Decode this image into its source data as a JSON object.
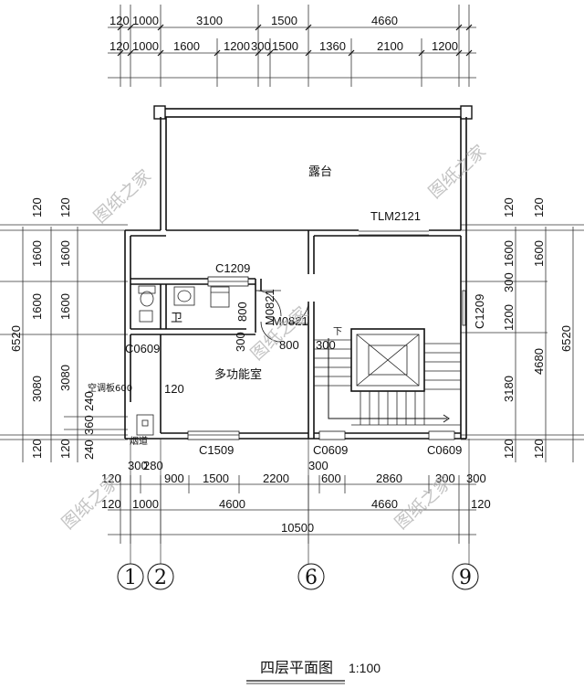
{
  "title": {
    "text": "四层平面图",
    "scale": "1:100"
  },
  "rooms": {
    "terrace": "露台",
    "toilet": "卫",
    "multi_room": "多功能室",
    "down": "下"
  },
  "labels": {
    "tlm": "TLM2121",
    "c1209_top": "C1209",
    "c1209_right": "C1209",
    "c1509": "C1509",
    "c0609_left": "C0609",
    "c0609_mid": "C0609",
    "c0609_right": "C0609",
    "m0821_a": "M0821",
    "m0821_b": "M0821",
    "door_800": "800",
    "air_board": "空调板600",
    "flue": "烟道",
    "side_300a": "300",
    "side_300b": "300",
    "side_800": "800",
    "room_120": "120"
  },
  "dims": {
    "top1": [
      "120",
      "1000",
      "3100",
      "1500",
      "4660"
    ],
    "top2": [
      "120",
      "1000",
      "1600",
      "1200",
      "300",
      "1500",
      "1360",
      "2100",
      "1200"
    ],
    "bot1": [
      "120",
      "300",
      "280",
      "900",
      "1500",
      "2200",
      "300",
      "600",
      "2860",
      "300",
      "300"
    ],
    "bot2": [
      "120",
      "1000",
      "4600",
      "4660",
      "120"
    ],
    "bot_total": "10500",
    "left_outer": "6520",
    "left_a": [
      "120",
      "1600",
      "1600",
      "3080",
      "120"
    ],
    "left_b": [
      "120",
      "1600",
      "1600",
      "3080",
      "240",
      "360",
      "240",
      "120"
    ],
    "right_outer": "6520",
    "right_a": [
      "120",
      "1600",
      "1200",
      "300",
      "3180",
      "120"
    ],
    "right_b": [
      "120",
      "1600",
      "4680",
      "120"
    ]
  },
  "axes": [
    "1",
    "2",
    "6",
    "9"
  ],
  "watermark": "图纸之家"
}
